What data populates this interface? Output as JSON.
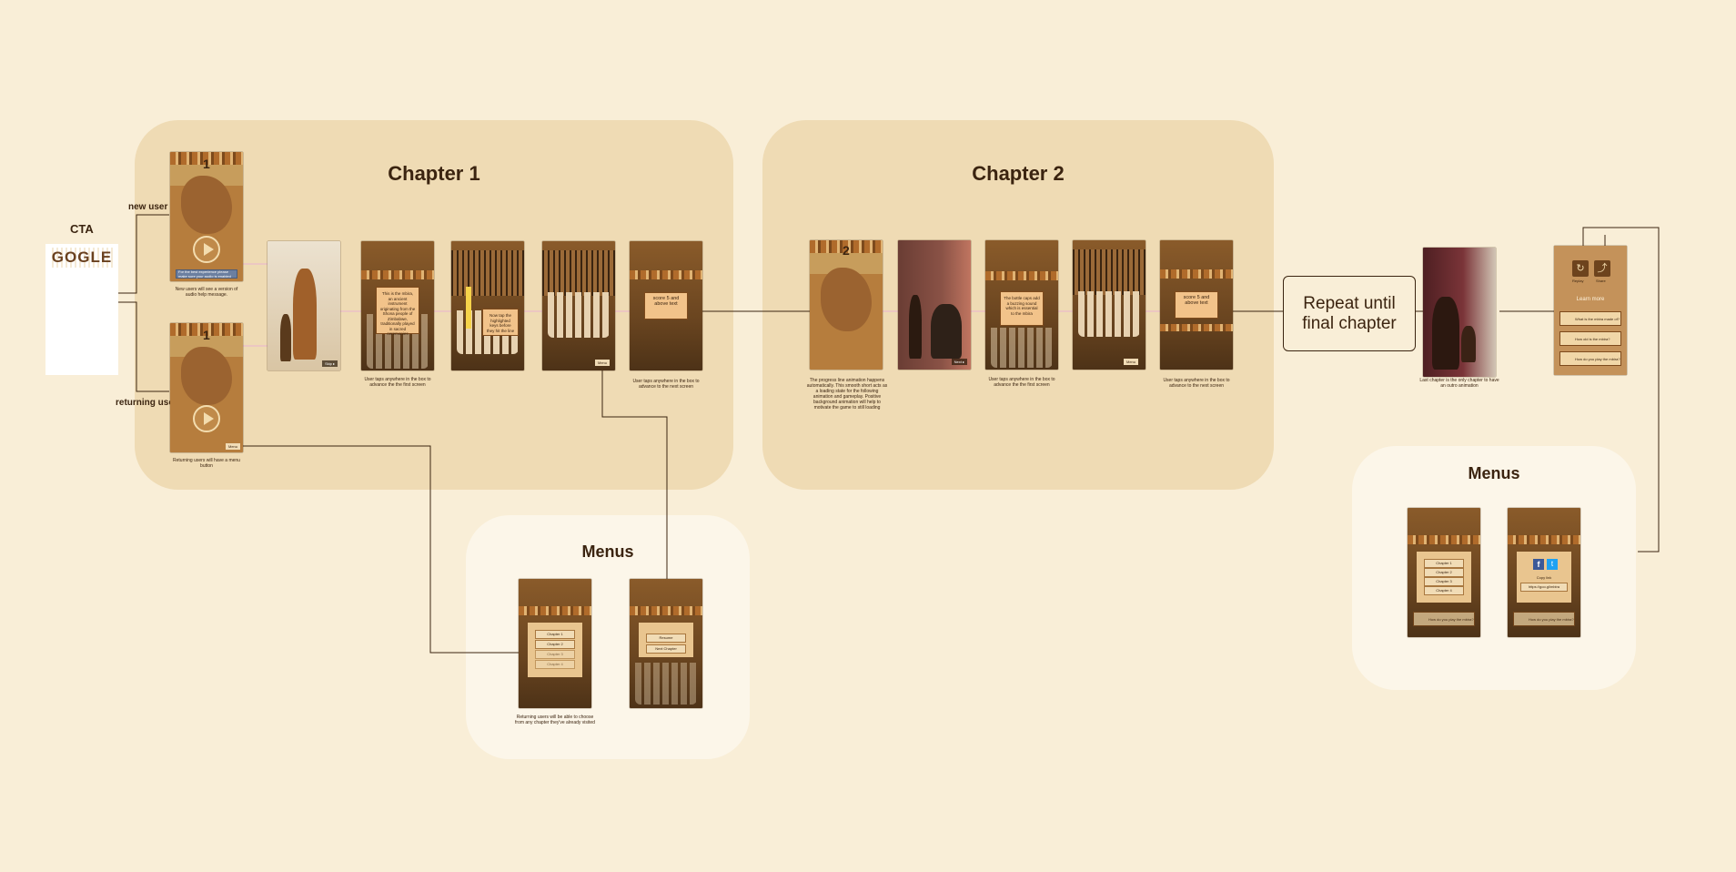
{
  "groups": {
    "chapter1": {
      "title": "Chapter 1"
    },
    "chapter2": {
      "title": "Chapter 2"
    },
    "menus_left": {
      "title": "Menus"
    },
    "menus_right": {
      "title": "Menus"
    }
  },
  "cta": {
    "label": "CTA",
    "logo": "GOGLE"
  },
  "branches": {
    "new_user": "new user",
    "returning_user": "returning user"
  },
  "repeat_box": "Repeat until final chapter",
  "screens": {
    "title_new": {
      "chapter_number": "1",
      "notice": "For the best experience please make sure your audio is enabled",
      "caption": "New users will see a version of audio help message."
    },
    "title_returning": {
      "chapter_number": "1",
      "menu_chip": "Menu",
      "caption": "Returning users will have a menu button"
    },
    "ch1_panel": {
      "text": "This is the mbira, an ancient instrument originating from the Shona people of Zimbabwe, traditionally played in sacred ceremonies",
      "caption": "User taps anywhere in the box to advance the the first screen"
    },
    "ch1_play": {
      "text": "Now tap the highlighted keys before they hit the line"
    },
    "ch1_score": {
      "text": "score 5 and above text",
      "caption": "User taps anywhere in the box to advance to the next screen"
    },
    "ch2_title": {
      "chapter_number": "2",
      "caption": "The progress line animation happens automatically. This smooth short acts as a loading state for the following animation and gameplay. Positive background animation will help to motivate the game to still loading"
    },
    "ch2_panel": {
      "text": "The bottle caps add a buzzing sound which is essential to the mbira",
      "caption": "User taps anywhere in the box to advance the the first screen"
    },
    "ch2_score": {
      "text": "score 5 and above text",
      "caption": "User taps anywhere in the box to advance to the next screen"
    },
    "final_scene": {
      "caption": "Last chapter is the only chapter to have an outro animation"
    },
    "learn_more": {
      "title": "Learn more",
      "replay": "Replay",
      "share": "Share",
      "items": [
        "What is the mbira made of?",
        "How old is the mbira?",
        "How do you play the mbira?"
      ]
    },
    "menu_chapters": {
      "items": [
        "Chapter 1",
        "Chapter 2",
        "Chapter 3",
        "Chapter 4"
      ],
      "caption": "Returning users will be able to choose from any chapter they've already visited"
    },
    "menu_pause": {
      "items": [
        "Resume",
        "Next Chapter"
      ]
    },
    "menu_right_chapters": {
      "items": [
        "Chapter 1",
        "Chapter 2",
        "Chapter 3",
        "Chapter 4"
      ],
      "footer": "How do you play the mbira?"
    },
    "menu_share": {
      "copy_link": "Copy link",
      "link": "https://goo.gl/mbira",
      "footer": "How do you play the mbira?"
    }
  },
  "colors": {
    "background": "#f9eed7",
    "chapter_group": "#efdbb4",
    "menu_group": "#fcf6e9",
    "ink": "#3b2410",
    "link_pink": "#e6a6d8"
  }
}
